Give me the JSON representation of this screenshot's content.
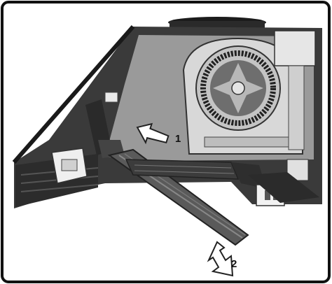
{
  "figure": {
    "step_labels": [
      "1",
      "2"
    ],
    "colors": {
      "frame_border": "#111111",
      "hood_dark": "#2b2b2b",
      "panel_gray": "#8f8f8f",
      "blower_light": "#d6d6d6",
      "arrow_outline": "#222222",
      "arrow_fill": "#ffffff"
    },
    "components": [
      "range-hood-housing",
      "blower-fan",
      "grease-filter",
      "filter-clip",
      "mounting-bracket",
      "control-module"
    ]
  }
}
